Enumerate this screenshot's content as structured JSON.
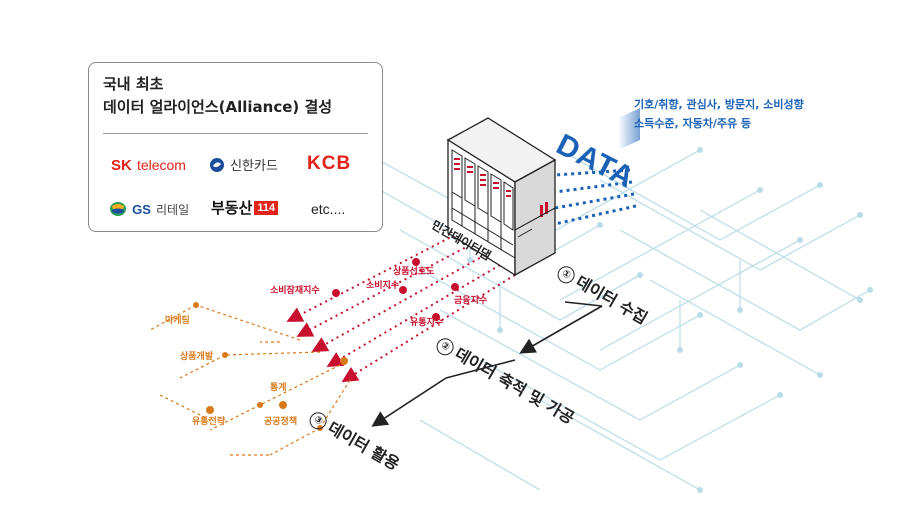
{
  "alliance_box": {
    "title_line1": "국내 최초",
    "title_line2": "데이터 얼라이언스(Alliance) 결성",
    "partners": [
      {
        "mark": "SK",
        "word": "telecom",
        "icon": "sk-telecom-logo-icon",
        "color": "#e2231a"
      },
      {
        "word": "신한카드",
        "icon": "shinhan-card-logo-icon",
        "color": "#1c4c9c"
      },
      {
        "word": "KCB",
        "icon": "kcb-logo-icon",
        "color": "#e2231a"
      },
      {
        "mark": "GS",
        "word": "리테일",
        "icon": "gs-retail-logo-icon",
        "color": "#1c4c9c"
      },
      {
        "word": "부동산",
        "badge": "114",
        "icon": "budongsan114-logo-icon",
        "color": "#e2231a"
      },
      {
        "word": "etc...."
      }
    ]
  },
  "data_sources": {
    "line1": "기호/취향, 관심사, 방문지, 소비성향",
    "line2": "소득수준, 자동차/주유 등",
    "data_word": "DATA",
    "color": "#1b62b6"
  },
  "dam": {
    "label": "민간데이터댐",
    "icon": "data-dam-server-icon"
  },
  "steps": [
    {
      "num": "①",
      "label": "데이터 수집"
    },
    {
      "num": "②",
      "label": "데이터 축적 및 가공"
    },
    {
      "num": "③",
      "label": "데이터 활용"
    }
  ],
  "indices": [
    {
      "label": "소비잠재지수"
    },
    {
      "label": "상품선호도"
    },
    {
      "label": "소비지수"
    },
    {
      "label": "금융지수"
    },
    {
      "label": "유통지수"
    }
  ],
  "applications": [
    {
      "label": "마케팅"
    },
    {
      "label": "상품개발"
    },
    {
      "label": "통계"
    },
    {
      "label": "유통전략"
    },
    {
      "label": "공공정책"
    }
  ],
  "colors": {
    "red_accent": "#c8102e",
    "orange_accent": "#d97a1a",
    "circuit": "#b9dce8",
    "blue_accent": "#1b62b6"
  }
}
